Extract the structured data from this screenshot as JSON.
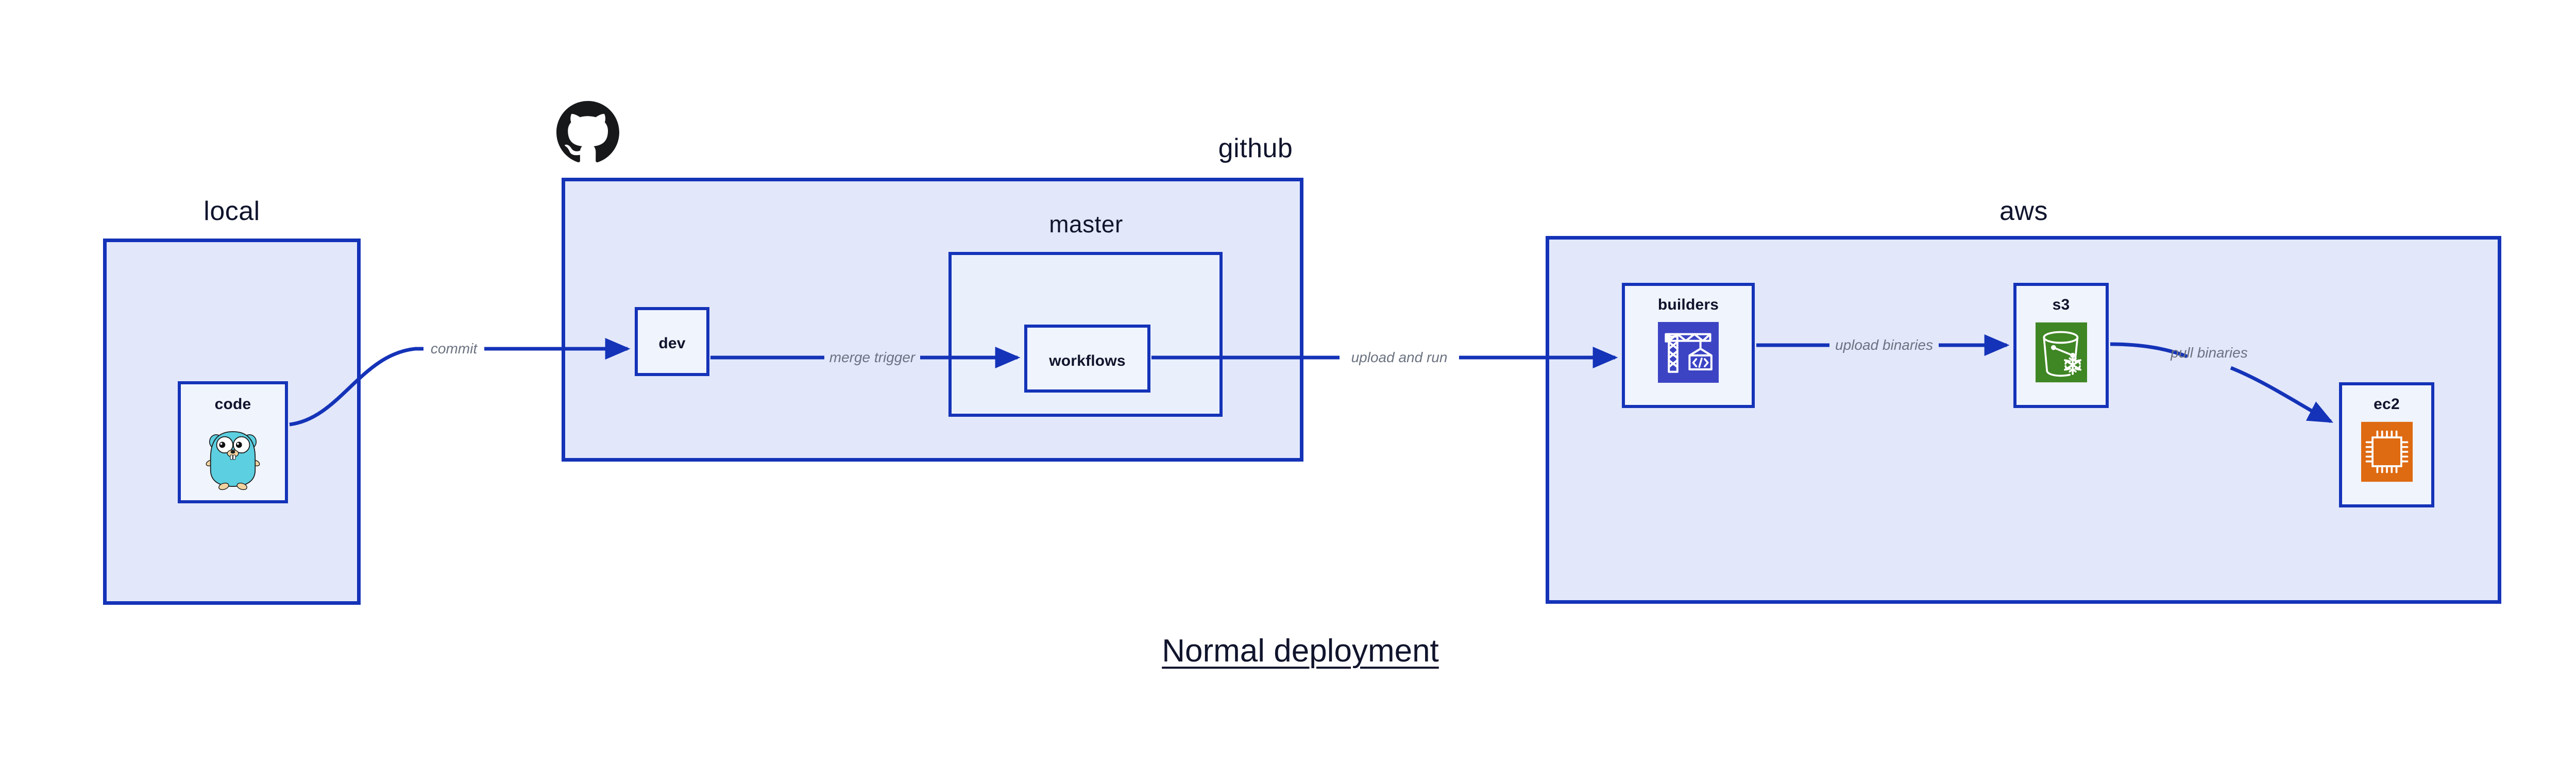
{
  "diagram": {
    "title": "Normal deployment",
    "accent_border": "#1433b8",
    "group_fill": "#e2e7fa",
    "node_fill": "#f0f4fd",
    "label_color": "#10142c",
    "edge_label_color": "#6b7280",
    "background": "#ffffff"
  },
  "groups": {
    "local": {
      "label": "local"
    },
    "github": {
      "label": "github"
    },
    "master": {
      "label": "master"
    },
    "aws": {
      "label": "aws"
    }
  },
  "nodes": {
    "code": {
      "label": "code",
      "icon": "go-gopher-icon"
    },
    "dev": {
      "label": "dev",
      "icon": "none"
    },
    "workflows": {
      "label": "workflows",
      "icon": "none"
    },
    "builders": {
      "label": "builders",
      "icon": "aws-codebuild-icon",
      "icon_color": "#3c44c4"
    },
    "s3": {
      "label": "s3",
      "icon": "aws-s3-glacier-icon",
      "icon_color": "#3f8624"
    },
    "ec2": {
      "label": "ec2",
      "icon": "aws-ec2-icon",
      "icon_color": "#de6a11"
    }
  },
  "edges": [
    {
      "id": "commit",
      "label": "commit",
      "from": "code",
      "to": "dev"
    },
    {
      "id": "merge-trigger",
      "label": "merge trigger",
      "from": "dev",
      "to": "workflows"
    },
    {
      "id": "upload-and-run",
      "label": "upload and run",
      "from": "workflows",
      "to": "builders"
    },
    {
      "id": "upload-binaries",
      "label": "upload binaries",
      "from": "builders",
      "to": "s3"
    },
    {
      "id": "pull-binaries",
      "label": "pull binaries",
      "from": "s3",
      "to": "ec2"
    }
  ],
  "logos": {
    "github": {
      "name": "github-octocat-logo",
      "color": "#17181a"
    }
  }
}
